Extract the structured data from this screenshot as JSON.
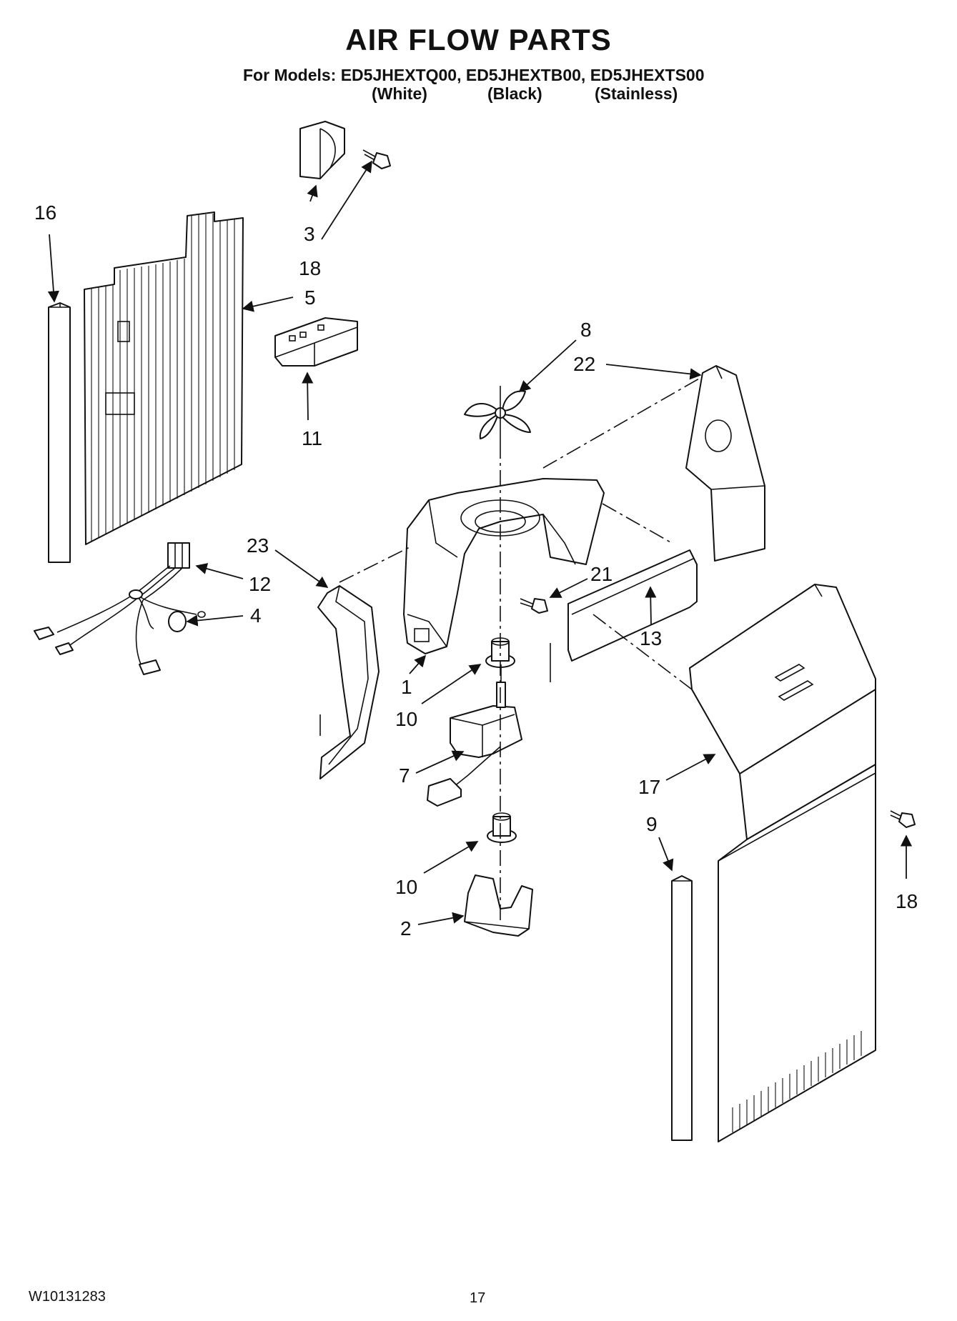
{
  "header": {
    "title": "AIR FLOW PARTS",
    "models_line": "For Models: ED5JHEXTQ00, ED5JHEXTB00, ED5JHEXTS00",
    "variants": [
      "(White)",
      "(Black)",
      "(Stainless)"
    ]
  },
  "callouts": {
    "c16": "16",
    "c3": "3",
    "c18a": "18",
    "c5": "5",
    "c11": "11",
    "c8": "8",
    "c22": "22",
    "c23": "23",
    "c12": "12",
    "c4": "4",
    "c21": "21",
    "c13": "13",
    "c1": "1",
    "c10a": "10",
    "c7": "7",
    "c17": "17",
    "c9": "9",
    "c18b": "18",
    "c10b": "10",
    "c2": "2"
  },
  "footer": {
    "document_number": "W10131283",
    "page_number": "17"
  }
}
